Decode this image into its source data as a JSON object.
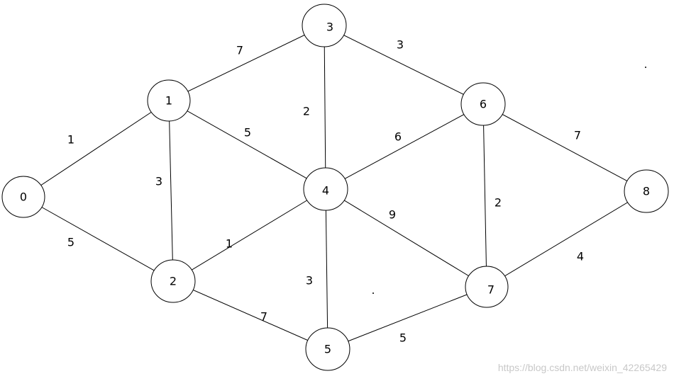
{
  "diagram": {
    "nodes": [
      {
        "id": "0",
        "label": "0"
      },
      {
        "id": "1",
        "label": "1"
      },
      {
        "id": "2",
        "label": "2"
      },
      {
        "id": "3",
        "label": "3"
      },
      {
        "id": "4",
        "label": "4"
      },
      {
        "id": "5",
        "label": "5"
      },
      {
        "id": "6",
        "label": "6"
      },
      {
        "id": "7",
        "label": "7"
      },
      {
        "id": "8",
        "label": "8"
      }
    ],
    "edges": [
      {
        "from": "0",
        "to": "1",
        "weight": "1"
      },
      {
        "from": "0",
        "to": "2",
        "weight": "5"
      },
      {
        "from": "1",
        "to": "3",
        "weight": "7"
      },
      {
        "from": "1",
        "to": "2",
        "weight": "3"
      },
      {
        "from": "1",
        "to": "4",
        "weight": "5"
      },
      {
        "from": "3",
        "to": "4",
        "weight": "2"
      },
      {
        "from": "3",
        "to": "6",
        "weight": "3"
      },
      {
        "from": "2",
        "to": "4",
        "weight": "1"
      },
      {
        "from": "2",
        "to": "5",
        "weight": "7"
      },
      {
        "from": "4",
        "to": "6",
        "weight": "6"
      },
      {
        "from": "4",
        "to": "5",
        "weight": "3"
      },
      {
        "from": "4",
        "to": "7",
        "weight": "9"
      },
      {
        "from": "6",
        "to": "7",
        "weight": "2"
      },
      {
        "from": "6",
        "to": "8",
        "weight": "7"
      },
      {
        "from": "5",
        "to": "7",
        "weight": "5"
      },
      {
        "from": "7",
        "to": "8",
        "weight": "4"
      }
    ]
  },
  "watermark": "https://blog.csdn.net/weixin_42265429"
}
